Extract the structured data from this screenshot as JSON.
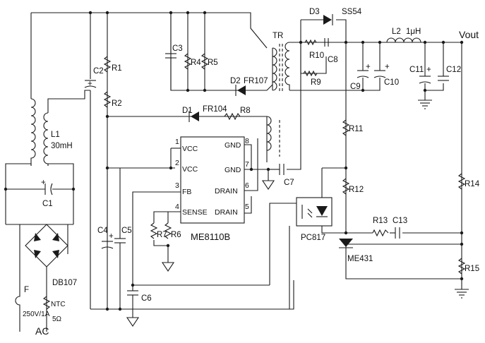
{
  "chip": {
    "name": "ME8110B",
    "pins": {
      "vcc1_label": "VCC",
      "vcc1_num": "1",
      "vcc2_label": "VCC",
      "vcc2_num": "2",
      "fb_label": "FB",
      "fb_num": "3",
      "sense_label": "SENSE",
      "sense_num": "4",
      "gnd1_label": "GND",
      "gnd1_num": "8",
      "gnd2_label": "GND",
      "gnd2_num": "7",
      "drain1_label": "DRAIN",
      "drain1_num": "6",
      "drain2_label": "DRAIN",
      "drain2_num": "5"
    }
  },
  "components": {
    "r1": "R1",
    "r2": "R2",
    "r4": "R4",
    "r5": "R5",
    "r6": "R6",
    "r7": "R7",
    "r8": "R8",
    "r9": "R9",
    "r10": "R10",
    "r11": "R11",
    "r12": "R12",
    "r13": "R13",
    "r14": "R14",
    "r15": "R15",
    "c1": "C1",
    "c2": "C2",
    "c3": "C3",
    "c4": "C4",
    "c5": "C5",
    "c6": "C6",
    "c7": "C7",
    "c8": "C8",
    "c9": "C9",
    "c10": "C10",
    "c11": "C11",
    "c12": "C12",
    "c13": "C13",
    "d1": "D1",
    "d1_part": "FR104",
    "d2": "D2",
    "d2_part": "FR107",
    "d3": "D3",
    "d3_part": "SS54",
    "l1": "L1",
    "l1_value": "30mH",
    "l2": "L2",
    "l2_value": "1μH",
    "tr": "TR",
    "bridge": "DB107",
    "optocoupler": "PC817",
    "shunt_ref": "ME431",
    "fuse": "F",
    "fuse_rating": "250V/1A",
    "ntc": "NTC",
    "ntc_value": "5Ω",
    "ac": "AC",
    "vout": "Vout"
  },
  "pin_polarity": {
    "plus": "+"
  }
}
